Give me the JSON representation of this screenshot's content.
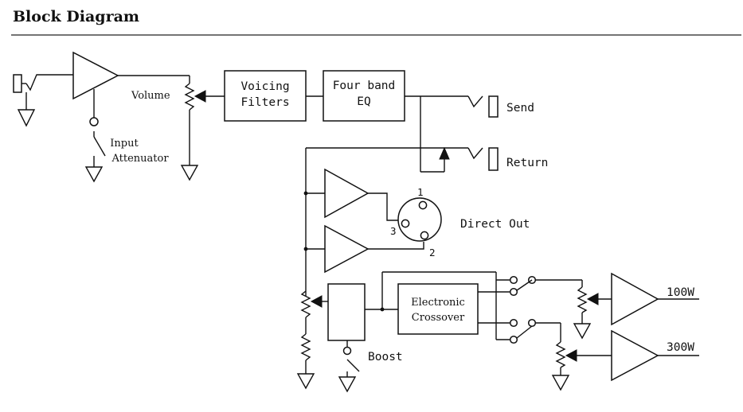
{
  "title": "Block Diagram",
  "blocks": {
    "voicing_filters": [
      "Voicing",
      "Filters"
    ],
    "four_band_eq": [
      "Four band",
      "EQ"
    ],
    "electronic_crossover": [
      "Electronic",
      "Crossover"
    ]
  },
  "labels": {
    "volume": "Volume",
    "input_attenuator": [
      "Input",
      "Attenuator"
    ],
    "send": "Send",
    "return": "Return",
    "direct_out": "Direct Out",
    "boost": "Boost",
    "amp_100w": "100W",
    "amp_300w": "300W"
  },
  "xlr_pins": [
    "1",
    "2",
    "3"
  ]
}
